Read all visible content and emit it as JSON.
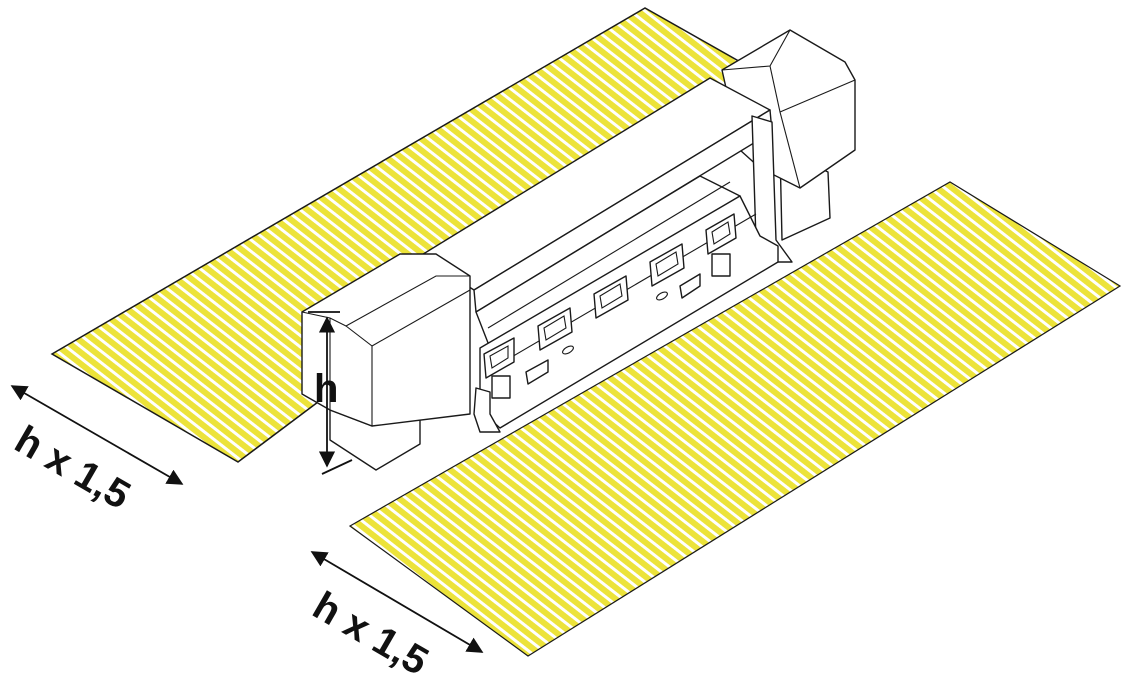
{
  "labels": {
    "height": "h",
    "clearance_left": "h x 1,5",
    "clearance_front": "h x 1,5"
  },
  "colors": {
    "zone_fill": "#ece33a",
    "zone_stripe": "#ffffff",
    "outline": "#1a1a1a",
    "machine_fill": "#ffffff",
    "label": "#111111"
  },
  "icons": {
    "dimension_arrows": "double-headed-arrow",
    "safety_zone": "hatched-area"
  }
}
